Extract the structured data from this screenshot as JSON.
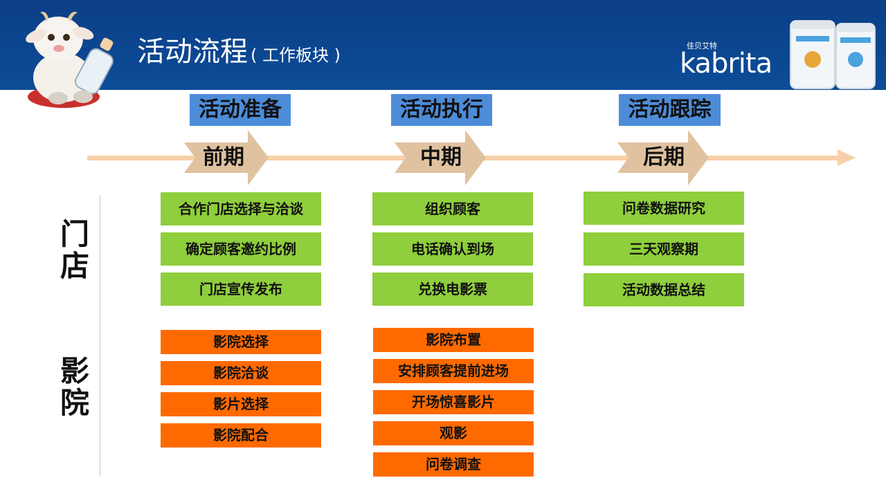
{
  "header": {
    "title": "活动流程",
    "subtitle": "( 工作板块 )",
    "brand_cn": "佳贝艾特",
    "brand_en": "kabrita"
  },
  "phases": [
    {
      "title": "活动准备",
      "stage": "前期"
    },
    {
      "title": "活动执行",
      "stage": "中期"
    },
    {
      "title": "活动跟踪",
      "stage": "后期"
    }
  ],
  "rows": {
    "store_label": "门店",
    "cinema_label": "影院"
  },
  "store_tasks": [
    [
      "合作门店选择与洽谈",
      "确定顾客邀约比例",
      "门店宣传发布"
    ],
    [
      "组织顾客",
      "电话确认到场",
      "兑换电影票"
    ],
    [
      "问卷数据研究",
      "三天观察期",
      "活动数据总结"
    ]
  ],
  "cinema_tasks": [
    [
      "影院选择",
      "影院洽谈",
      "影片选择",
      "影院配合"
    ],
    [
      "影院布置",
      "安排顾客提前进场",
      "开场惊喜影片",
      "观影",
      "问卷调查"
    ]
  ],
  "colors": {
    "header": "#0d4c98",
    "phase_title": "#4d8cd9",
    "store_box": "#8fce3c",
    "cinema_box": "#ff6a00",
    "timeline": "#f8cfa8",
    "stage_arrow": "#e0c2a0"
  }
}
